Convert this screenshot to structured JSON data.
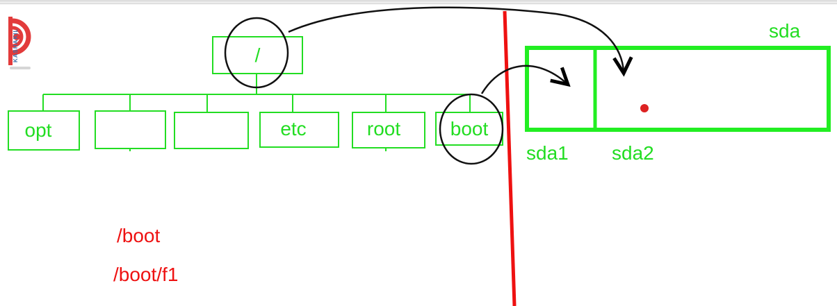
{
  "colors": {
    "tree": "#22dd22",
    "ink": "#000000",
    "divider": "#ee1111",
    "dot": "#dd2222"
  },
  "logo": {
    "text": "KASHAKIL",
    "icon": "brand-logo-icon"
  },
  "tree": {
    "root": "/",
    "children": [
      "opt",
      "",
      "",
      "etc",
      "root",
      "boot"
    ]
  },
  "disk": {
    "name": "sda",
    "partitions": [
      "sda1",
      "sda2"
    ]
  },
  "paths": [
    "/boot",
    "/boot/f1"
  ]
}
